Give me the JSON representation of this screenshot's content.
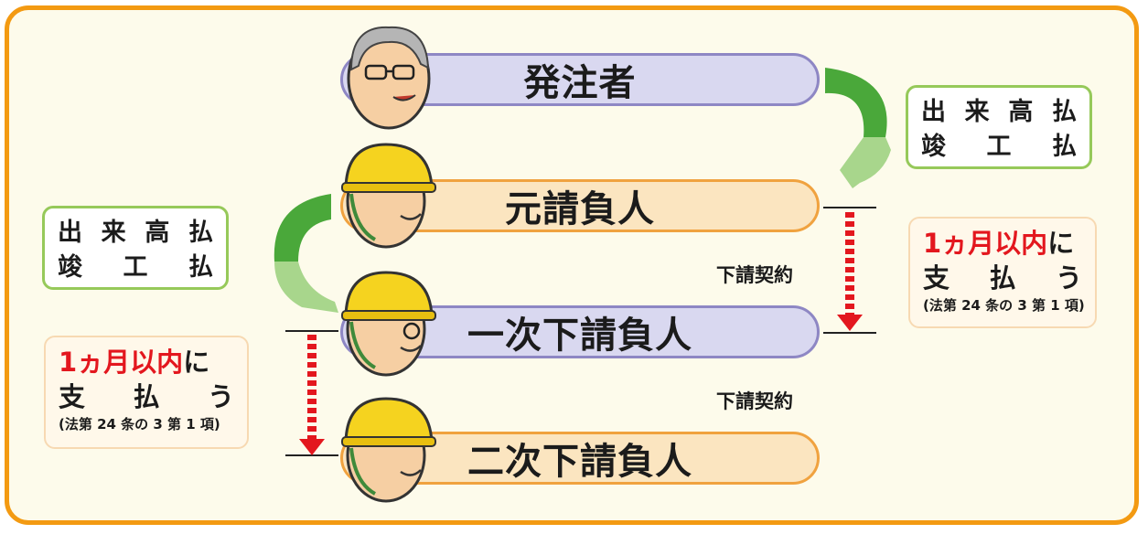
{
  "roles": {
    "client": "発注者",
    "prime": "元請負人",
    "sub1": "一次下請負人",
    "sub2": "二次下請負人"
  },
  "payment_types": {
    "right": {
      "line1": [
        "出",
        "来",
        "高",
        "払"
      ],
      "line2": [
        "竣",
        "工",
        "払"
      ]
    },
    "left": {
      "line1": [
        "出",
        "来",
        "高",
        "払"
      ],
      "line2": [
        "竣",
        "工",
        "払"
      ]
    }
  },
  "notes": {
    "right": {
      "highlight": "1ヵ月以内",
      "suffix": "に",
      "line2": [
        "支",
        "払",
        "う"
      ],
      "law": "(法第 24 条の 3 第 1 項)"
    },
    "left": {
      "highlight": "1ヵ月以内",
      "suffix": "に",
      "line2": [
        "支",
        "払",
        "う"
      ],
      "law": "(法第 24 条の 3 第 1 項)"
    }
  },
  "contracts": {
    "upper": "下請契約",
    "lower": "下請契約"
  },
  "colors": {
    "frame": "#f39a12",
    "purple_bar": "#d9d8f0",
    "orange_bar": "#fbe5c0",
    "green_arrow": "#4aa83a",
    "red_arrow": "#e3171e",
    "helmet": "#f5d31f"
  }
}
